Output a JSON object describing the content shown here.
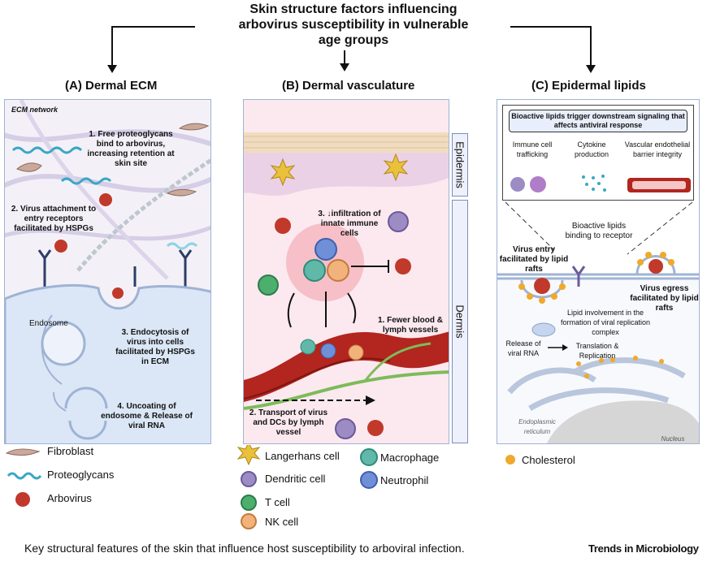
{
  "title": {
    "line1": "Skin structure factors influencing",
    "line2": "arbovirus susceptibility in vulnerable",
    "line3": "age groups"
  },
  "panel_a": {
    "title": "(A) Dermal ECM",
    "ecm_label": "ECM network",
    "step1": "1. Free proteoglycans bind to arbovirus, increasing retention at skin site",
    "step2": "2. Virus attachment to entry receptors facilitated by HSPGs",
    "endosome": "Endosome",
    "step3": "3. Endocytosis of virus into cells facilitated by HSPGs in ECM",
    "step4": "4. Uncoating of endosome & Release of viral RNA"
  },
  "panel_b": {
    "title": "(B) Dermal vasculature",
    "epidermis": "Epidermis",
    "dermis": "Dermis",
    "step3": "3. ↓infiltration of innate immune cells",
    "step1": "1. Fewer blood & lymph vessels",
    "step2": "2. Transport of virus and DCs by lymph vessel"
  },
  "panel_c": {
    "title": "(C) Epidermal lipids",
    "bioactive_box": "Bioactive lipids trigger downstream signaling that affects antiviral response",
    "immune_trafficking": "Immune cell trafficking",
    "cytokine": "Cytokine production",
    "vascular": "Vascular endothelial barrier integrity",
    "binding": "Bioactive lipids binding to receptor",
    "entry": "Virus entry facilitated by lipid rafts",
    "egress": "Virus egress facilitated by lipid rafts",
    "replication": "Lipid involvement in the formation of viral replication complex",
    "release": "Release of viral RNA",
    "translation": "Translation & Replication",
    "er": "Endoplasmic reticulum",
    "nucleus": "Nucleus"
  },
  "legend": {
    "fibroblast": "Fibroblast",
    "proteoglycans": "Proteoglycans",
    "arbovirus": "Arbovirus",
    "langerhans": "Langerhans cell",
    "dendritic": "Dendritic cell",
    "tcell": "T cell",
    "nkcell": "NK cell",
    "macrophage": "Macrophage",
    "neutrophil": "Neutrophil",
    "cholesterol": "Cholesterol"
  },
  "caption": "Key structural features of the skin that influence host susceptibility to arboviral infection.",
  "credit": "Trends in Microbiology",
  "colors": {
    "panel_border": "#9fb3d4",
    "virus": "#c0392b",
    "cholesterol": "#f0a92a",
    "tcell": "#4caf6e",
    "nkcell": "#f2b27c",
    "macrophage": "#5fb8a8",
    "neutrophil": "#6f8fd6",
    "dendritic": "#9d8cc4",
    "langerhans": "#e9c13a",
    "vessel": "#b3251f"
  }
}
